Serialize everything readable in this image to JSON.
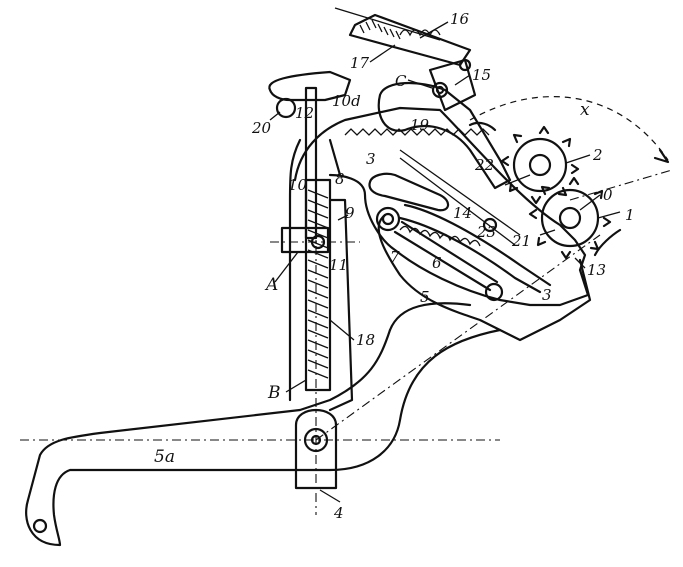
{
  "labels": {
    "n16": "16",
    "n17": "17",
    "n15": "15",
    "c": "C",
    "n19": "19",
    "n12": "12",
    "n10d": "10d",
    "n20": "20",
    "n2": "2",
    "x": "x",
    "n22": "22",
    "n3a": "3",
    "n8": "8",
    "n10": "10",
    "n9": "9",
    "n14": "14",
    "n23": "23",
    "n21": "21",
    "n0": "0",
    "n1": "1",
    "n13": "13",
    "n7": "7",
    "n6": "6",
    "n11": "11",
    "A": "A",
    "n5": "5",
    "n3b": "3",
    "n18": "18",
    "B": "B",
    "n5a": "5a",
    "n4": "4"
  }
}
